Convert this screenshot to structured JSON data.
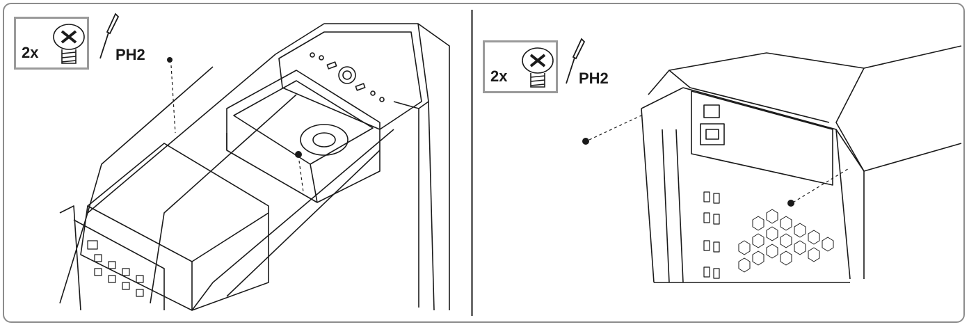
{
  "panels": [
    {
      "parts": {
        "quantity": "2x",
        "tool": "PH2",
        "icon": "phillips-screw-icon"
      }
    },
    {
      "parts": {
        "quantity": "2x",
        "tool": "PH2",
        "icon": "phillips-screw-icon"
      }
    }
  ],
  "colors": {
    "frame": "#8c8c8c",
    "line": "#1a1a1a",
    "parts_border": "#9a9a9a"
  }
}
